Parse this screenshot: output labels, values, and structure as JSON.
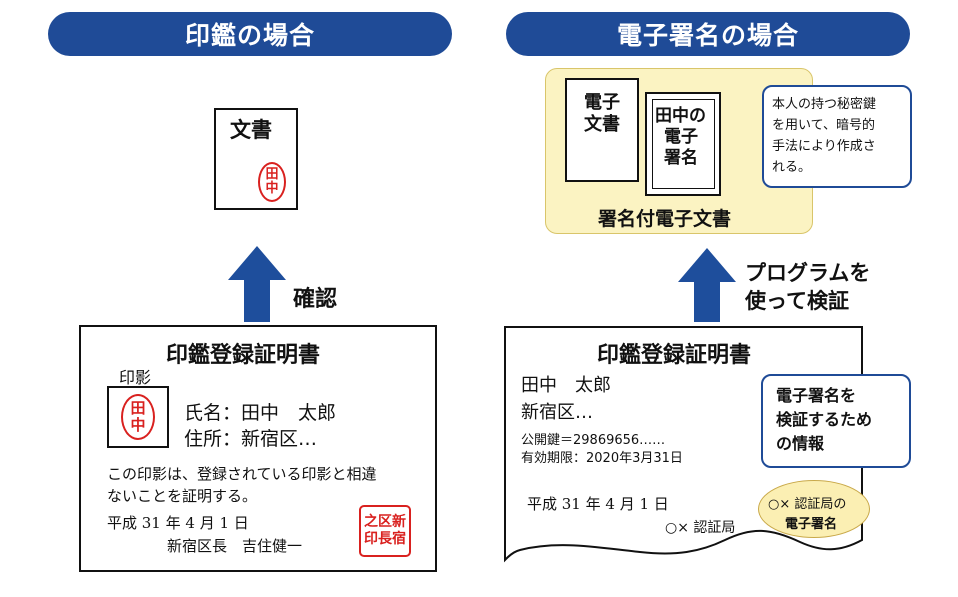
{
  "left": {
    "header": "印鑑の場合",
    "doc_title": "文書",
    "seal_chars": [
      "田",
      "中"
    ],
    "arrow_label": "確認",
    "cert": {
      "title": "印鑑登録証明書",
      "inkan_label": "印影",
      "name_line": "氏名：田中　太郎",
      "address_line": "住所：新宿区…",
      "body_line1": "この印影は、登録されている印影と相違",
      "body_line2": "ないことを証明する。",
      "date": "平成 31 年 4 月 1 日",
      "signer": "新宿区長　吉住健一",
      "official_seal": [
        "之区新",
        "印長宿"
      ]
    }
  },
  "right": {
    "header": "電子署名の場合",
    "doc1_line1": "電子",
    "doc1_line2": "文書",
    "doc2_line1": "田中の",
    "doc2_line2": "電子",
    "doc2_line3": "署名",
    "callout1": [
      "本人の持つ秘密鍵",
      "を用いて、暗号的",
      "手法により作成さ",
      "れる。"
    ],
    "signed_doc_label": "署名付電子文書",
    "arrow_label_line1": "プログラムを",
    "arrow_label_line2": "使って検証",
    "cert": {
      "title": "印鑑登録証明書",
      "name": "田中　太郎",
      "address": "新宿区…",
      "public_key": "公開鍵＝29869656……",
      "expiry": "有効期限：2020年3月31日",
      "date": "平成 31 年 4 月 1 日",
      "issuer": "○× 認証局"
    },
    "callout2": [
      "電子署名を",
      "検証するため",
      "の情報"
    ],
    "ca_badge": [
      "○× 認証局の",
      "電子署名"
    ]
  },
  "colors": {
    "header_blue": "#1f4b97",
    "arrow_blue": "#1e4e9c",
    "seal_red": "#d9211f",
    "signed_bg": "#fbf3c2",
    "badge_bg": "#fbefb3"
  }
}
